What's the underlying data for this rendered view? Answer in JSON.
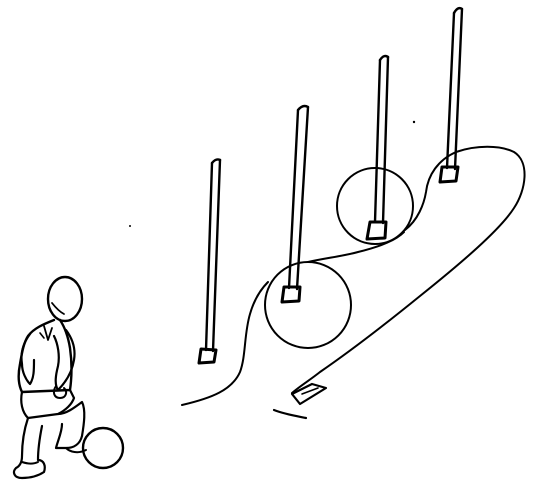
{
  "drawing": {
    "style": "black-ink line sketch on white",
    "ink_color": "#000000",
    "background_color": "#ffffff",
    "elements": {
      "player": "child-player-figure",
      "ball": "soccer-ball",
      "poles": 4,
      "path": "dribbling-slalom-path",
      "arrow": "direction-arrow",
      "finish": "finish-line-mark"
    }
  }
}
